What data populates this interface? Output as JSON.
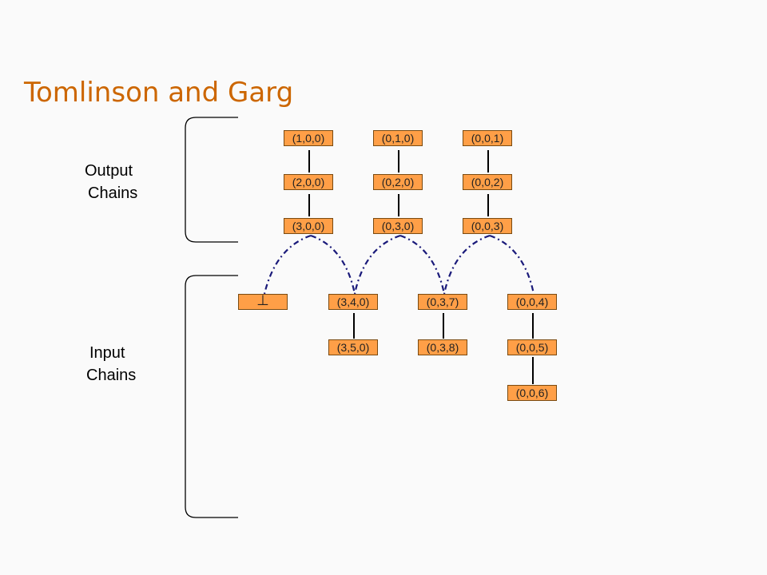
{
  "title": "Tomlinson and Garg",
  "labels": {
    "output_line1": "Output",
    "output_line2": "Chains",
    "input_line1": "Input",
    "input_line2": "Chains"
  },
  "output_chains": [
    [
      "(1,0,0)",
      "(2,0,0)",
      "(3,0,0)"
    ],
    [
      "(0,1,0)",
      "(0,2,0)",
      "(0,3,0)"
    ],
    [
      "(0,0,1)",
      "(0,0,2)",
      "(0,0,3)"
    ]
  ],
  "input_chains": [
    [
      "⊥"
    ],
    [
      "(3,4,0)",
      "(3,5,0)"
    ],
    [
      "(0,3,7)",
      "(0,3,8)"
    ],
    [
      "(0,0,4)",
      "(0,0,5)",
      "(0,0,6)"
    ]
  ],
  "colors": {
    "node_fill": "#ff9f47",
    "title": "#cc6600",
    "arc": "#1a1a7a"
  }
}
